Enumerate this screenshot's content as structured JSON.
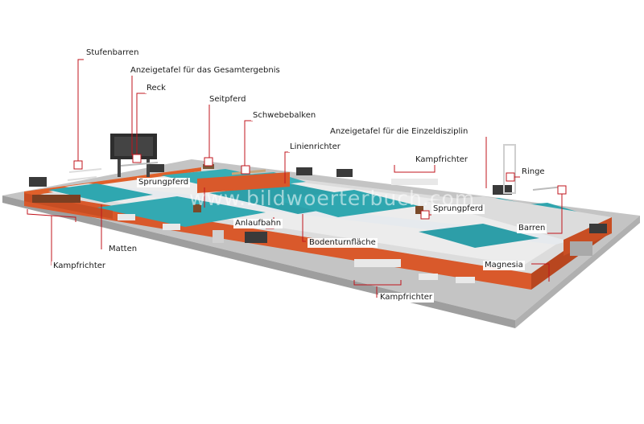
{
  "watermark": "www.bildwoerterbuch.com",
  "labels": {
    "stufenbarren": "Stufenbarren",
    "anzeigetafel_gesamt": "Anzeigetafel für das Gesamtergebnis",
    "reck": "Reck",
    "seitpferd": "Seitpferd",
    "schwebebalken": "Schwebebalken",
    "linienrichter": "Linienrichter",
    "anzeigetafel_einzel": "Anzeigetafel für die Einzeldisziplin",
    "kampfrichter_top": "Kampfrichter",
    "ringe": "Ringe",
    "sprungpferd_left": "Sprungpferd",
    "sprungpferd_right": "Sprungpferd",
    "barren": "Barren",
    "anlaufbahn": "Anlaufbahn",
    "bodenturnflaeche": "Bodenturnfläche",
    "matten": "Matten",
    "magnesia": "Magnesia",
    "kampfrichter_left": "Kampfrichter",
    "kampfrichter_bottom": "Kampfrichter"
  },
  "colors": {
    "leader_line": "#c0141c",
    "floor_gray": "#d9d9d9",
    "platform_orange": "#e0602a",
    "mat_teal": "#2fa7b0",
    "runway_light": "#e8ecef"
  }
}
